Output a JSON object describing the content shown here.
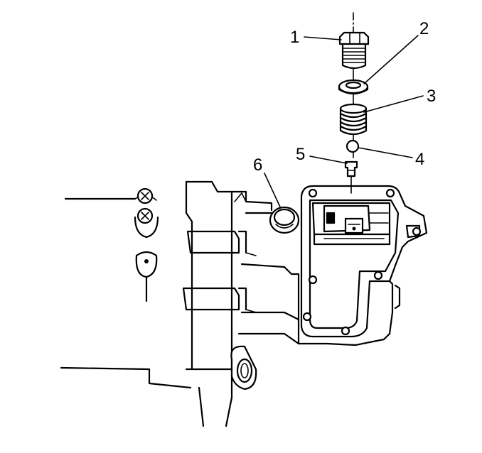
{
  "callouts": {
    "c1": "1",
    "c2": "2",
    "c3": "3",
    "c4": "4",
    "c5": "5",
    "c6": "6"
  },
  "colors": {
    "ink": "#000000",
    "paper": "#ffffff"
  }
}
